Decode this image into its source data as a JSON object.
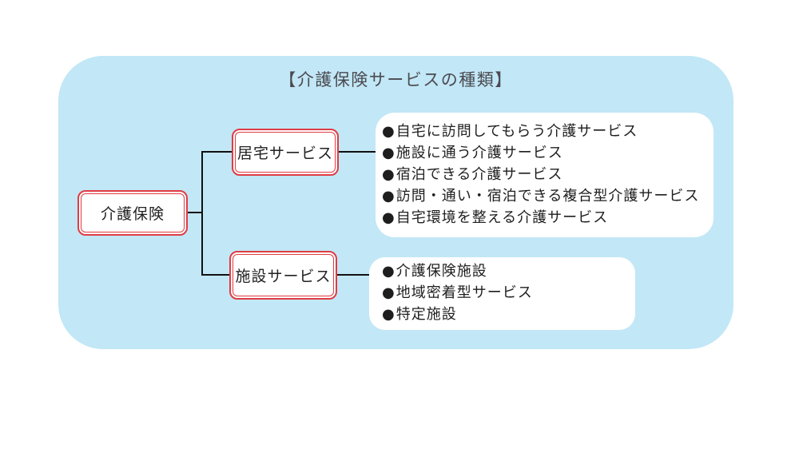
{
  "title": "【介護保険サービスの種類】",
  "bullet_glyph": "●",
  "root": {
    "label": "介護保険"
  },
  "branches": [
    {
      "label": "居宅サービス",
      "items": [
        "自宅に訪問してもらう介護サービス",
        "施設に通う介護サービス",
        "宿泊できる介護サービス",
        "訪問・通い・宿泊できる複合型介護サービス",
        "自宅環境を整える介護サービス"
      ]
    },
    {
      "label": "施設サービス",
      "items": [
        "介護保険施設",
        "地域密着型サービス",
        "特定施設"
      ]
    }
  ],
  "colors": {
    "container_bg": "#c2e7f6",
    "node_border": "#e03c43",
    "connector": "#111111",
    "title_text": "#4a4a50",
    "body_text": "#1e1e1e"
  }
}
